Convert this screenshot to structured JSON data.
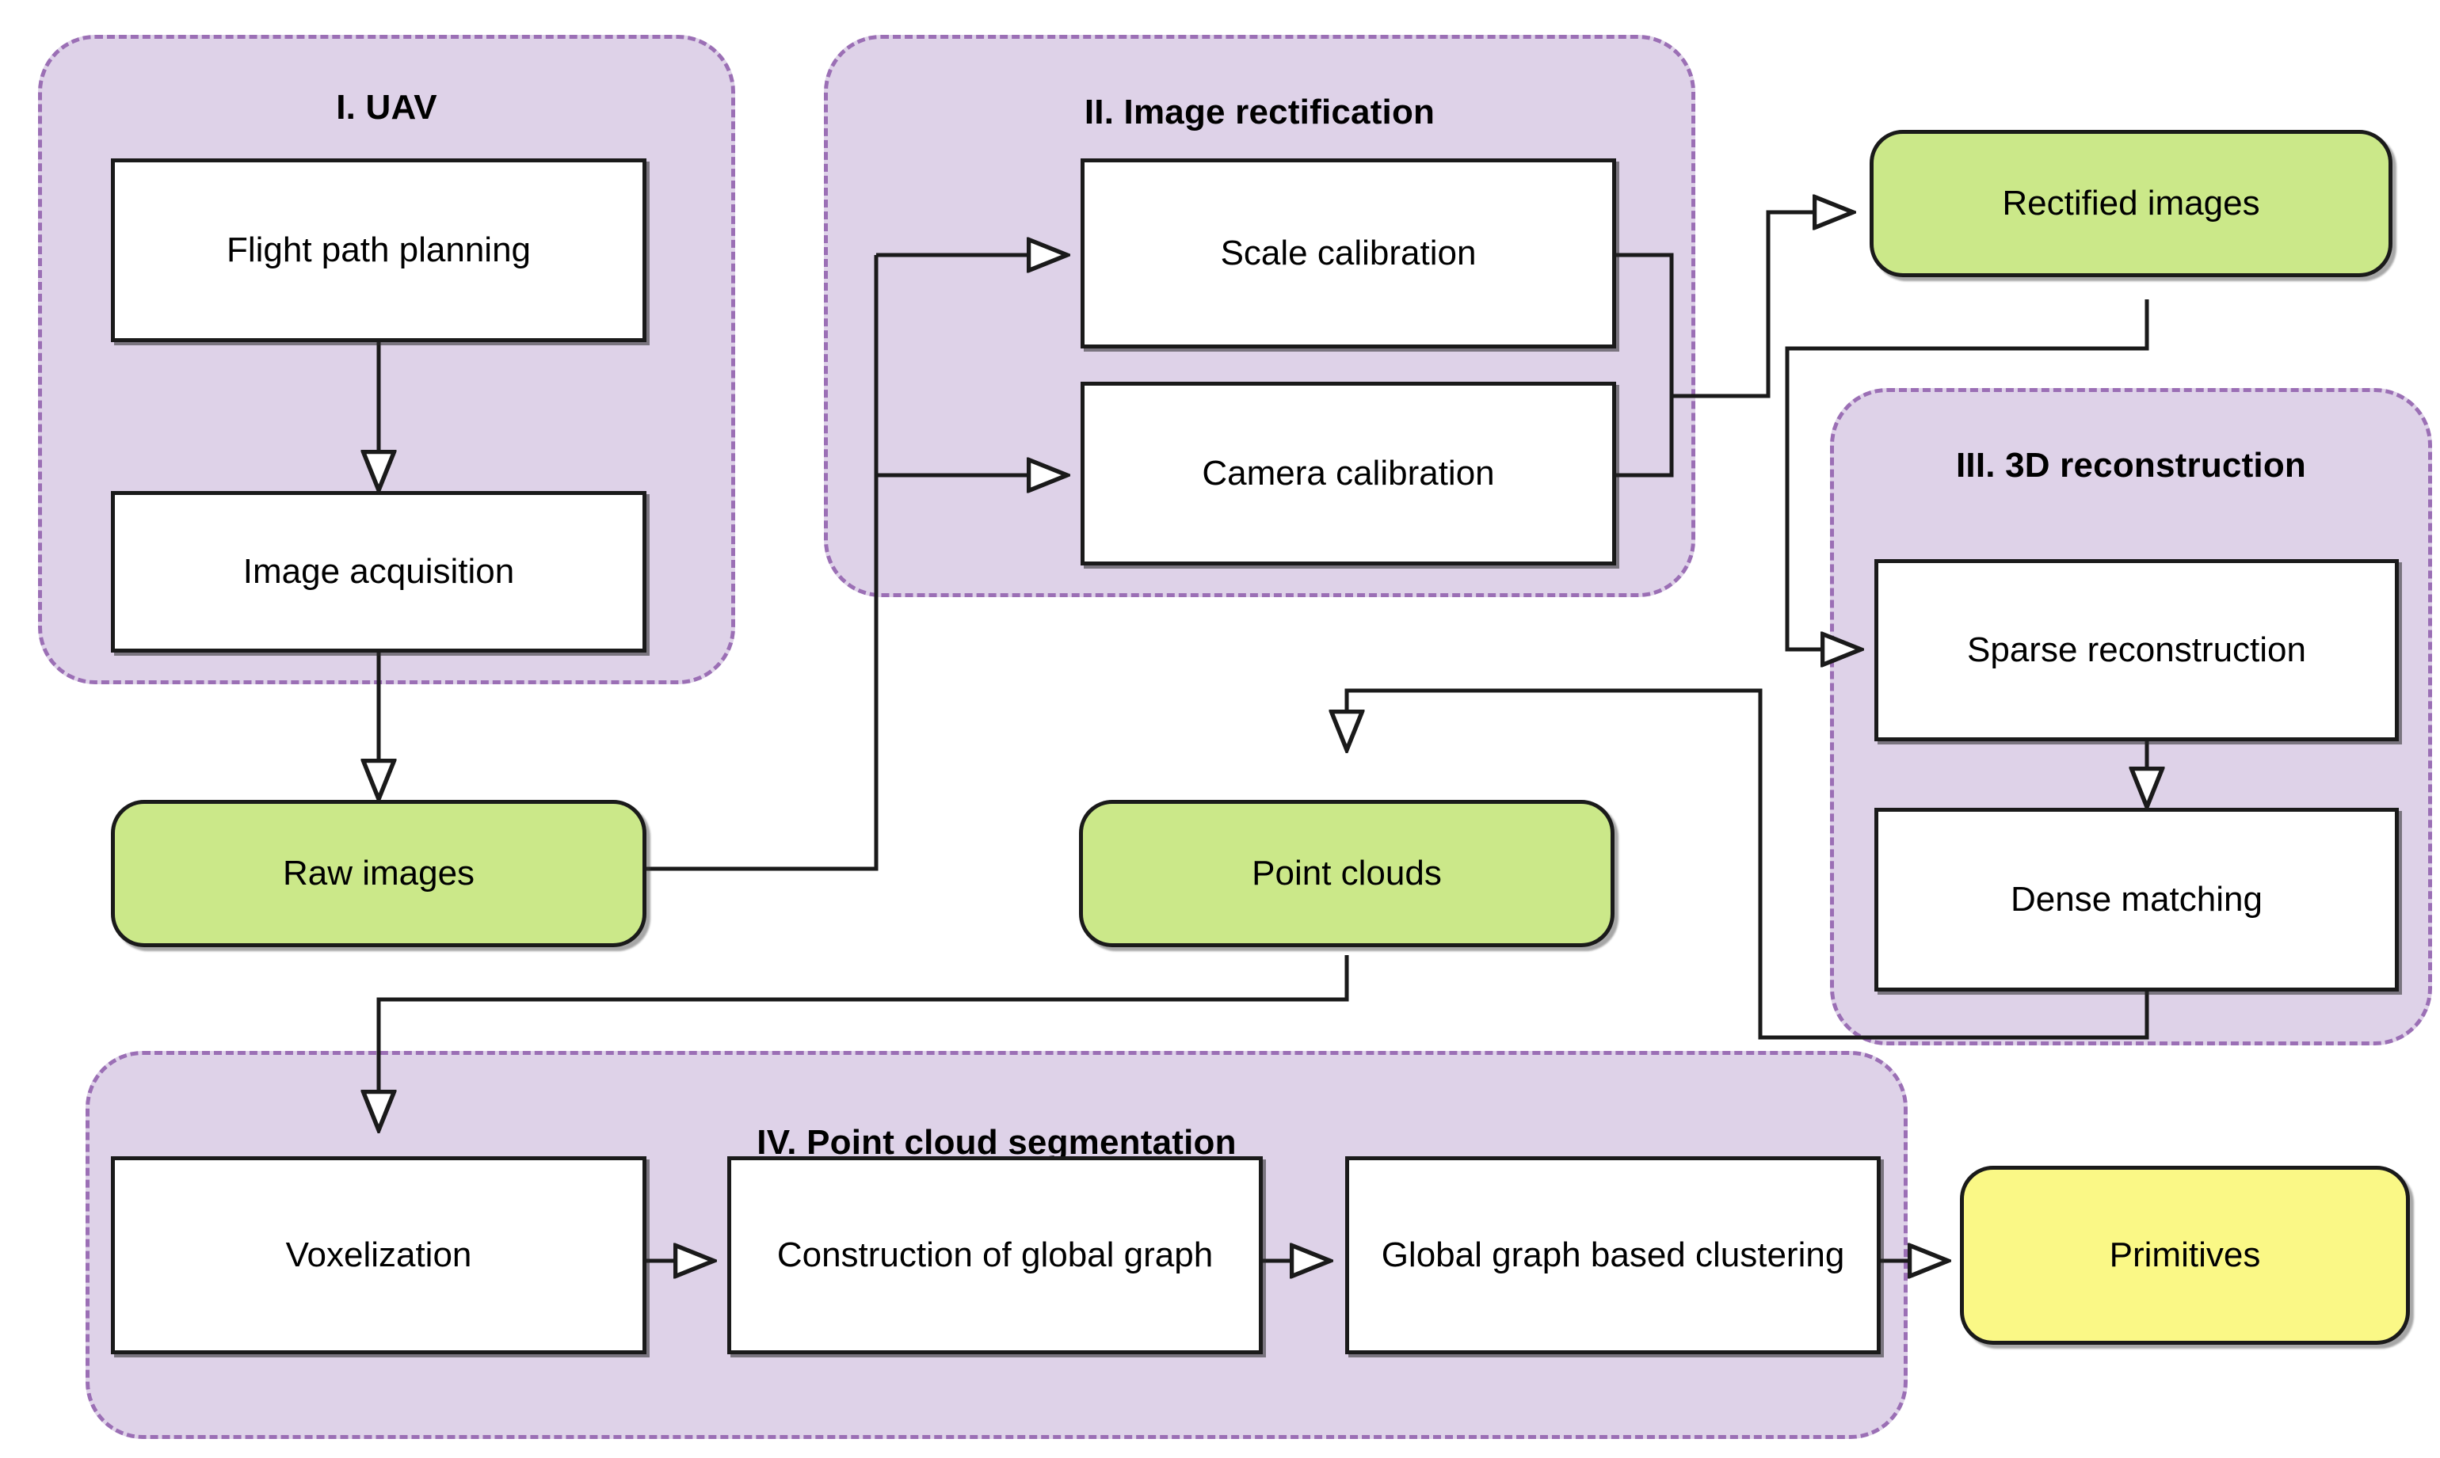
{
  "figure": {
    "kind": "flowchart",
    "description": "UAV image acquisition to point cloud segmentation pipeline"
  },
  "panels": [
    {
      "id": "panel-uav",
      "title": "I. UAV"
    },
    {
      "id": "panel-rectify",
      "title": "II. Image rectification"
    },
    {
      "id": "panel-recon",
      "title": "III. 3D reconstruction"
    },
    {
      "id": "panel-segmentation",
      "title": "IV. Point cloud segmentation"
    }
  ],
  "process_boxes": [
    {
      "id": "flight-path-planning",
      "label": "Flight path planning"
    },
    {
      "id": "image-acquisition",
      "label": "Image acquisition"
    },
    {
      "id": "scale-calibration",
      "label": "Scale calibration"
    },
    {
      "id": "camera-calibration",
      "label": "Camera calibration"
    },
    {
      "id": "sparse-reconstruction",
      "label": "Sparse reconstruction"
    },
    {
      "id": "dense-matching",
      "label": "Dense matching"
    },
    {
      "id": "voxelization",
      "label": "Voxelization"
    },
    {
      "id": "construction-global-graph",
      "label": "Construction of global graph"
    },
    {
      "id": "global-graph-clustering",
      "label": "Global graph based clustering"
    }
  ],
  "data_nodes": [
    {
      "id": "raw-images",
      "label": "Raw images",
      "color": "#CBE889"
    },
    {
      "id": "rectified-images",
      "label": "Rectified images",
      "color": "#CBE889"
    },
    {
      "id": "point-clouds",
      "label": "Point clouds",
      "color": "#CBE889"
    },
    {
      "id": "primitives",
      "label": "Primitives",
      "color": "#FAF886"
    }
  ],
  "edges": [
    {
      "from": "flight-path-planning",
      "to": "image-acquisition"
    },
    {
      "from": "image-acquisition",
      "to": "raw-images"
    },
    {
      "from": "raw-images",
      "to": "scale-calibration"
    },
    {
      "from": "raw-images",
      "to": "camera-calibration"
    },
    {
      "from": "scale-calibration",
      "to": "rectified-images"
    },
    {
      "from": "camera-calibration",
      "to": "rectified-images"
    },
    {
      "from": "scale-calibration",
      "to": "sparse-reconstruction"
    },
    {
      "from": "camera-calibration",
      "to": "sparse-reconstruction"
    },
    {
      "from": "rectified-images",
      "to": "sparse-reconstruction"
    },
    {
      "from": "sparse-reconstruction",
      "to": "dense-matching"
    },
    {
      "from": "dense-matching",
      "to": "point-clouds"
    },
    {
      "from": "point-clouds",
      "to": "voxelization"
    },
    {
      "from": "voxelization",
      "to": "construction-global-graph"
    },
    {
      "from": "construction-global-graph",
      "to": "global-graph-clustering"
    },
    {
      "from": "global-graph-clustering",
      "to": "primitives"
    }
  ],
  "palette": {
    "panel_fill": "#DED2E8",
    "panel_border": "#9B6FB5",
    "box_fill": "#FFFFFF",
    "box_border": "#1A1A1A",
    "node_green": "#CBE889",
    "node_yellow": "#FAF886",
    "connector": "#1A1A1A",
    "background": "#FFFFFF"
  }
}
